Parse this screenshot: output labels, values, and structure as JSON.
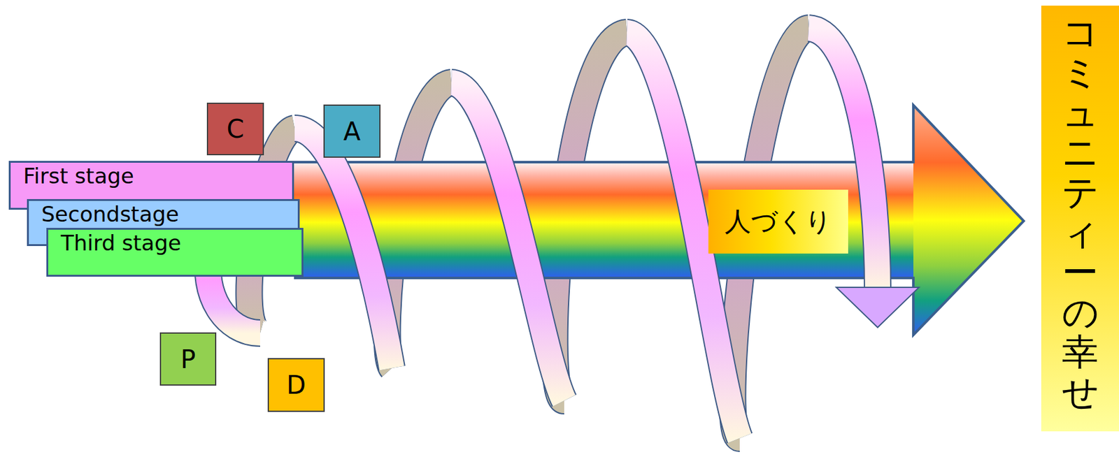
{
  "diagram": {
    "nodes": [
      {
        "text": [
          "C"
        ]
      },
      {
        "text": [
          "A"
        ]
      },
      {
        "text": [
          "First stage"
        ]
      },
      {
        "text": [
          "Secondstage"
        ]
      },
      {
        "text": [
          "Third stage"
        ]
      },
      {
        "text": [
          "人づくり"
        ]
      },
      {
        "text": [
          "P"
        ]
      },
      {
        "text": [
          "D"
        ]
      },
      {
        "text": [
          "コミュニティーの幸せ"
        ]
      }
    ],
    "edges": []
  }
}
